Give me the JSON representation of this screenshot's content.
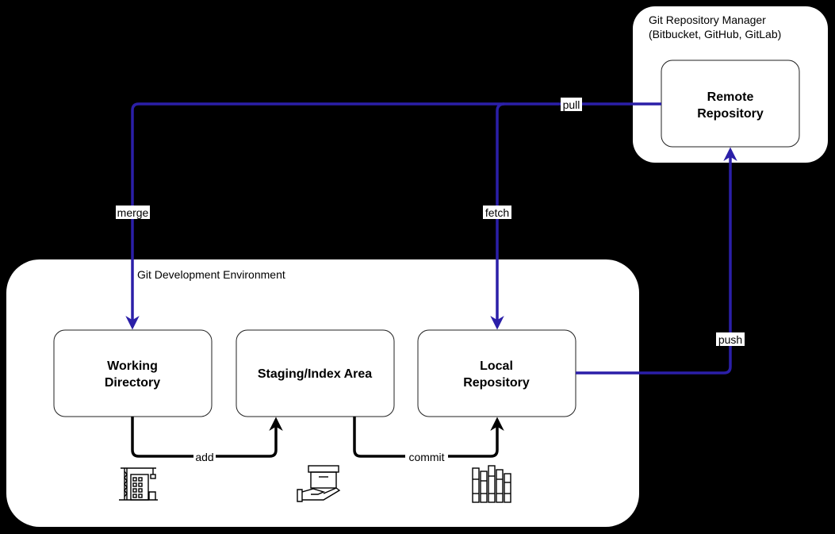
{
  "groups": {
    "remote_manager": {
      "line1": "Git Repository Manager",
      "line2": "(Bitbucket, GitHub, GitLab)"
    },
    "dev_env": {
      "label": "Git Development Environment"
    }
  },
  "nodes": {
    "remote_repository": {
      "line1": "Remote",
      "line2": "Repository"
    },
    "working_directory": {
      "line1": "Working",
      "line2": "Directory"
    },
    "staging_area": {
      "line1": "Staging/Index Area"
    },
    "local_repository": {
      "line1": "Local",
      "line2": "Repository"
    }
  },
  "edges": {
    "pull": "pull",
    "merge": "merge",
    "fetch": "fetch",
    "push": "push",
    "add": "add",
    "commit": "commit"
  },
  "icons": {
    "working_directory": "construction-building-icon",
    "staging_area": "box-in-hand-icon",
    "local_repository": "book-shelf-icon"
  },
  "colors": {
    "background": "#000000",
    "remote_flow": "#2b1fa8",
    "local_flow": "#000000",
    "panel": "#ffffff"
  }
}
